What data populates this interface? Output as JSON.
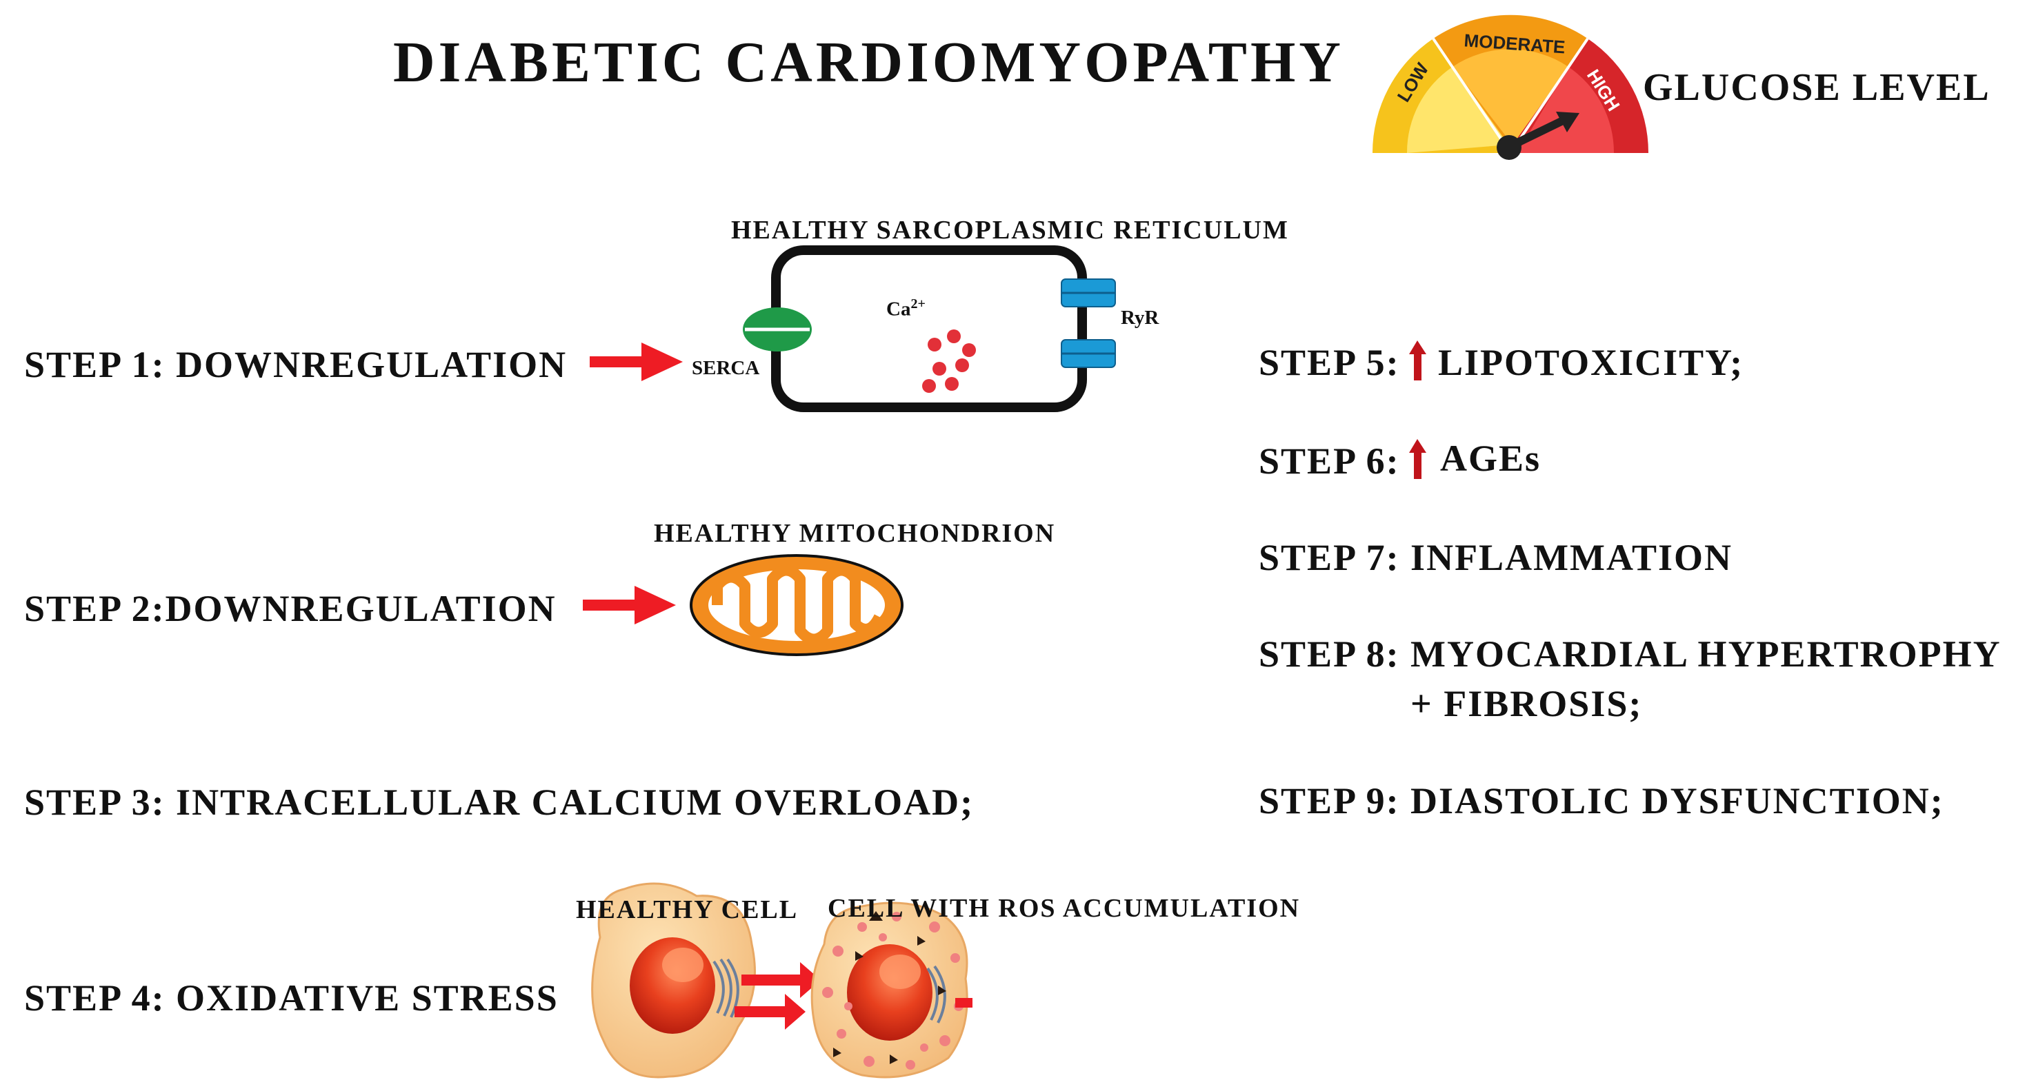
{
  "title": "DIABETIC CARDIOMYOPATHY",
  "gauge": {
    "label": "GLUCOSE LEVEL",
    "segments": [
      "LOW",
      "MODERATE",
      "HIGH"
    ],
    "level": "HIGH",
    "colors": {
      "low": "#f6c31c",
      "moderate": "#f39a12",
      "high": "#d6252a"
    }
  },
  "sarcoplasmic": {
    "caption": "HEALTHY  SARCOPLASMIC  RETICULUM",
    "serca": "SERCA",
    "ryr": "RyR",
    "ca": "Ca",
    "ca_sup": "2+"
  },
  "mitochondrion": {
    "caption": "HEALTHY  MITOCHONDRION"
  },
  "cells": {
    "healthy": "HEALTHY  CELL",
    "ros": "CELL  WITH  ROS ACCUMULATION"
  },
  "steps_left": [
    "STEP 1: DOWNREGULATION",
    "STEP 2:DOWNREGULATION",
    "STEP 3: INTRACELLULAR  CALCIUM  OVERLOAD;",
    "STEP 4: OXIDATIVE  STRESS"
  ],
  "steps_right": {
    "s5_prefix": "STEP 5:",
    "s5_text": "LIPOTOXICITY;",
    "s6_prefix": "STEP 6:",
    "s6_text": "AGEs",
    "s7": "STEP 7: INFLAMMATION",
    "s8_line1": "STEP 8: MYOCARDIAL  HYPERTROPHY",
    "s8_line2": "+ FIBROSIS;",
    "s9": "STEP 9: DIASTOLIC  DYSFUNCTION;"
  },
  "colors": {
    "arrow": "#ee1c24",
    "up_arrow": "#c0141b",
    "serca": "#1f9a48",
    "ryr": "#1b9ad6",
    "mito": "#f28c1e",
    "cell": "#f7c98a"
  }
}
